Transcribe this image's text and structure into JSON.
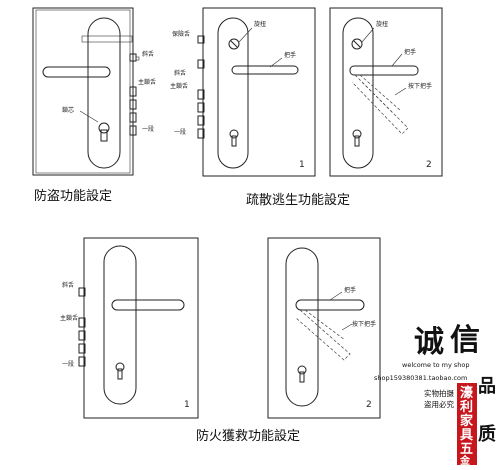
{
  "panels": {
    "anti_theft": {
      "caption": "防盗功能設定",
      "labels": {
        "latch": "斜舌",
        "main_bolt": "主鎖舌",
        "cylinder": "鎖芯",
        "stage_one": "一段"
      }
    },
    "escape_1": {
      "number": "1",
      "labels": {
        "safety_bolt": "保險舌",
        "knob": "旋扭",
        "handle": "把手",
        "latch": "斜舌",
        "main_bolt": "主鎖舌",
        "stage_one": "一段"
      }
    },
    "escape_2": {
      "number": "2",
      "labels": {
        "knob": "旋扭",
        "handle": "把手",
        "press_down": "按下把手"
      }
    },
    "escape_caption": "疏散逃生功能設定",
    "fire_1": {
      "number": "1",
      "labels": {
        "latch": "斜舌",
        "main_bolt": "主鎖舌",
        "stage_one": "一段"
      }
    },
    "fire_2": {
      "number": "2",
      "labels": {
        "handle": "把手",
        "press_down": "按下把手"
      }
    },
    "fire_caption": "防火獲救功能設定"
  },
  "watermark": {
    "big_chars": [
      "诚",
      "信"
    ],
    "welcome": "welcome to my shop",
    "shop_url": "shop159380381.taobao.com",
    "note_1": "实物拍摄",
    "note_2": "盗用必究",
    "red_seal": [
      "濠",
      "利",
      "家",
      "具",
      "五",
      "金"
    ],
    "side_chars": [
      "品",
      "质"
    ]
  }
}
